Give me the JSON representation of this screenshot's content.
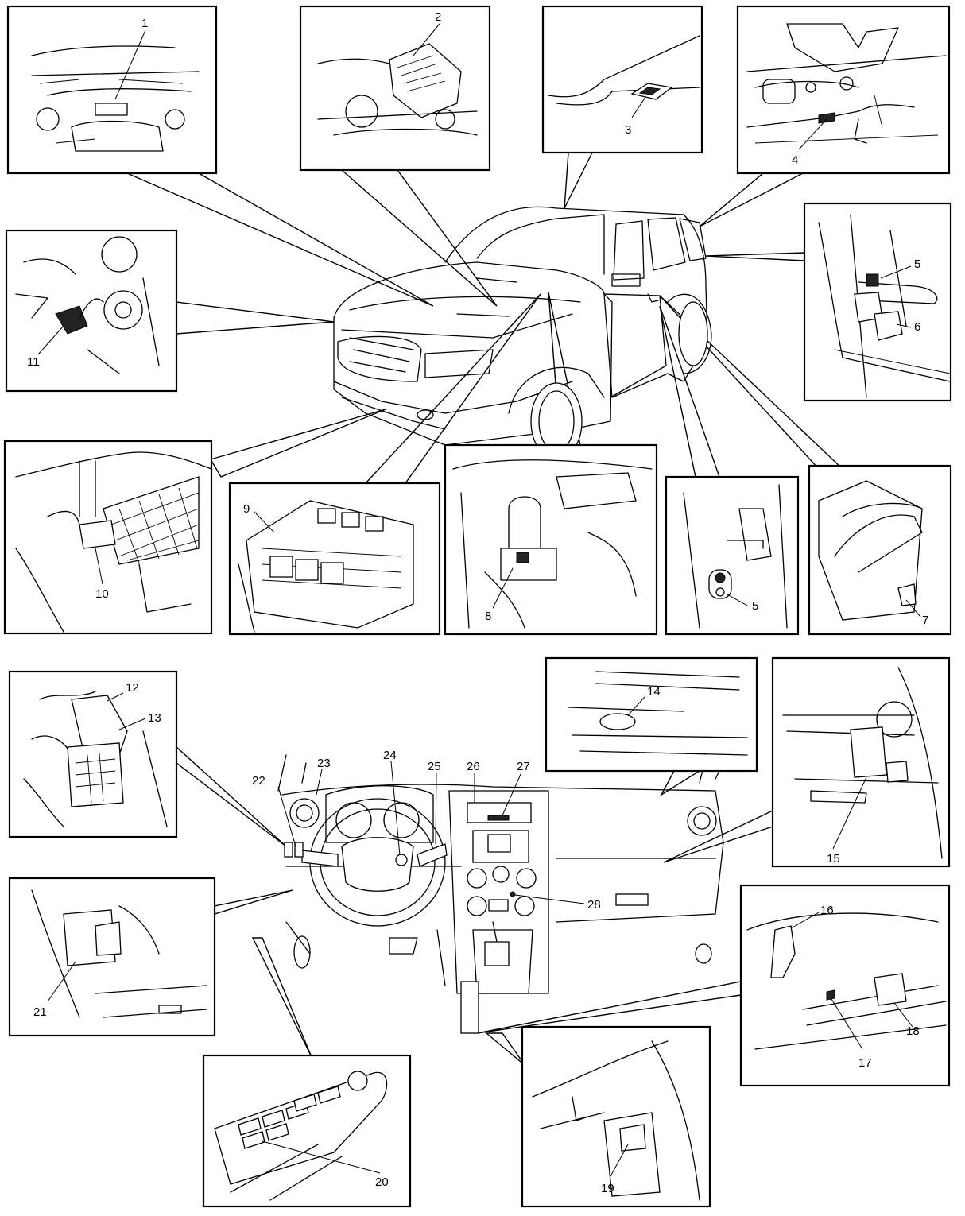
{
  "labels": {
    "l1": "1",
    "l2": "2",
    "l3": "3",
    "l4": "4",
    "l5a": "5",
    "l5b": "5",
    "l6": "6",
    "l7": "7",
    "l8": "8",
    "l9": "9",
    "l10": "10",
    "l11": "11",
    "l12": "12",
    "l13": "13",
    "l14": "14",
    "l15": "15",
    "l16": "16",
    "l17": "17",
    "l18": "18",
    "l19": "19",
    "l20": "20",
    "l21": "21",
    "l22": "22",
    "l23": "23",
    "l24": "24",
    "l25": "25",
    "l26": "26",
    "l27": "27",
    "l28": "28"
  }
}
